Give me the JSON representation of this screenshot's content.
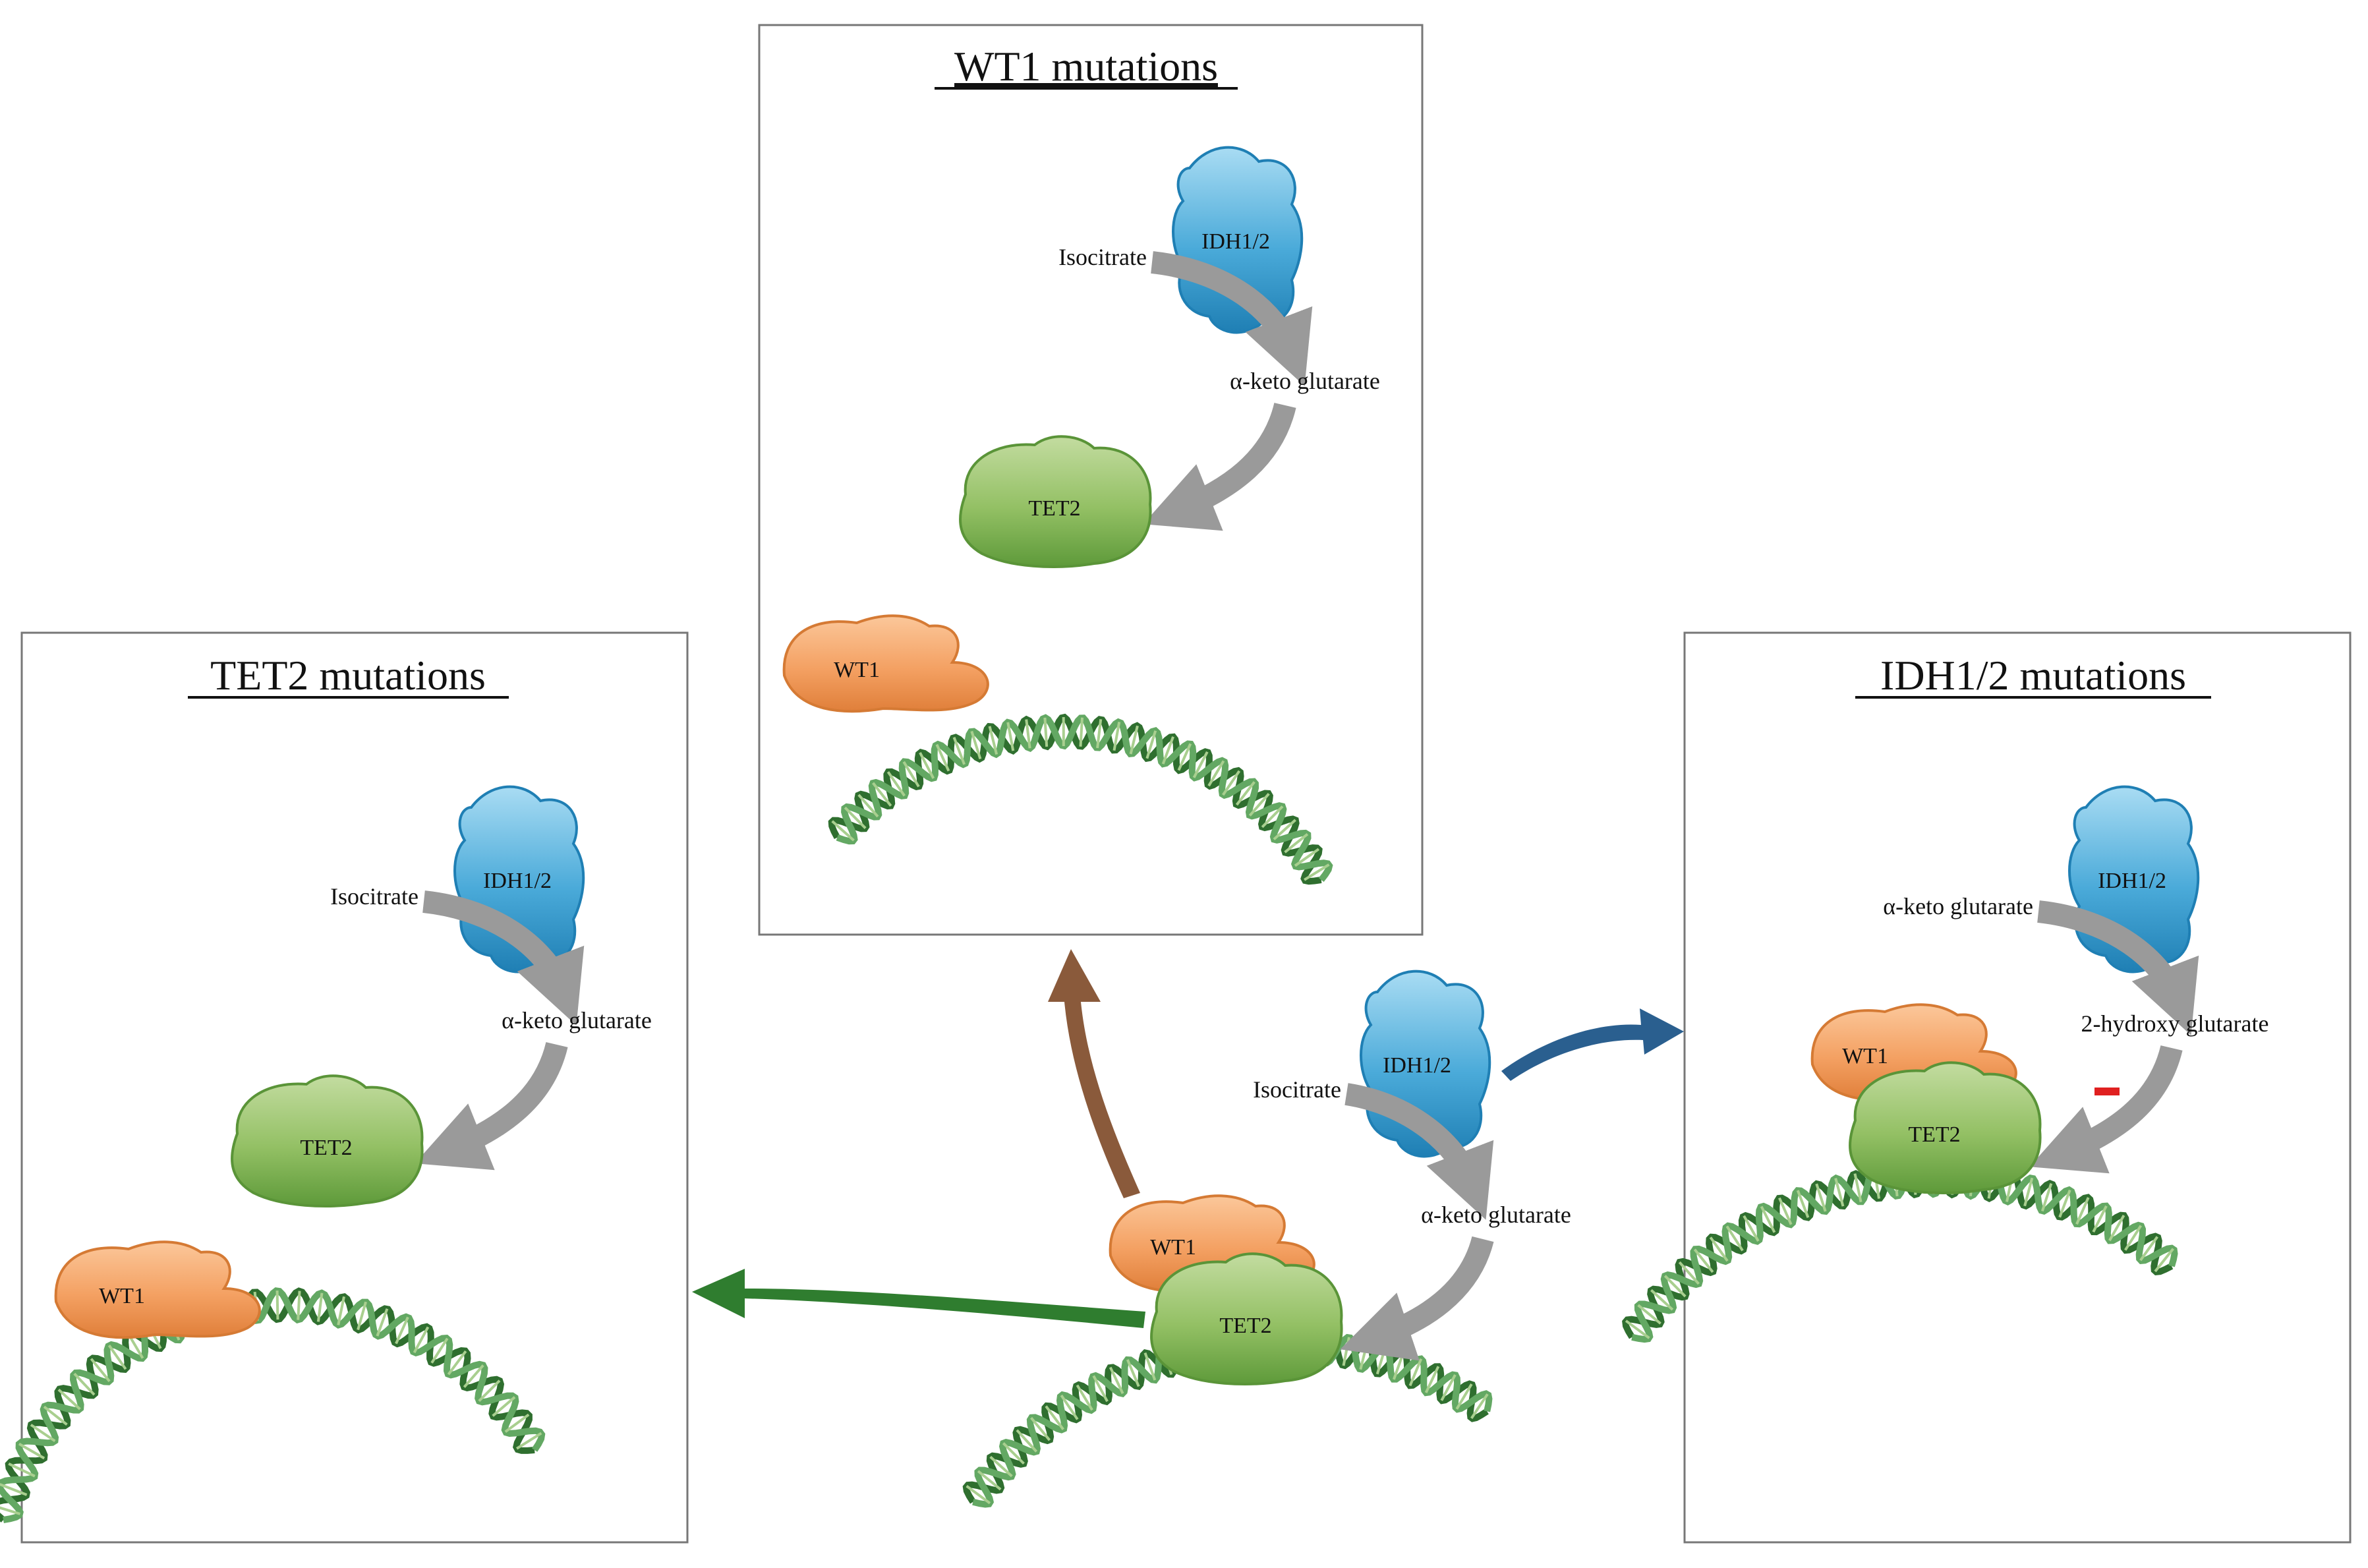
{
  "panels": {
    "wt1": {
      "title": "WT1 mutations",
      "idh": "IDH1/2",
      "substrate": "Isocitrate",
      "product": "α-keto glutarate",
      "tet2": "TET2",
      "wt1": "WT1"
    },
    "tet2": {
      "title": "TET2 mutations",
      "idh": "IDH1/2",
      "substrate": "Isocitrate",
      "product": "α-keto glutarate",
      "tet2": "TET2",
      "wt1": "WT1"
    },
    "idh": {
      "title": "IDH1/2 mutations",
      "idh": "IDH1/2",
      "substrate": "α-keto glutarate",
      "product": "2-hydroxy glutarate",
      "wt1": "WT1",
      "tet2": "TET2",
      "inhibit": "−"
    },
    "center": {
      "idh": "IDH1/2",
      "substrate": "Isocitrate",
      "product": "α-keto glutarate",
      "wt1": "WT1",
      "tet2": "TET2"
    }
  },
  "colors": {
    "wt1_protein": "#f4a163",
    "tet2_protein": "#8dbb5e",
    "idh_protein": "#4aaad9",
    "dna": "#3d8a3d",
    "arrow_gray": "#9a9a9a",
    "arrow_wt1": "#8a5a3b",
    "arrow_tet2": "#2f7d2f",
    "arrow_idh": "#2a5f8f",
    "inhibit": "#e02020"
  }
}
